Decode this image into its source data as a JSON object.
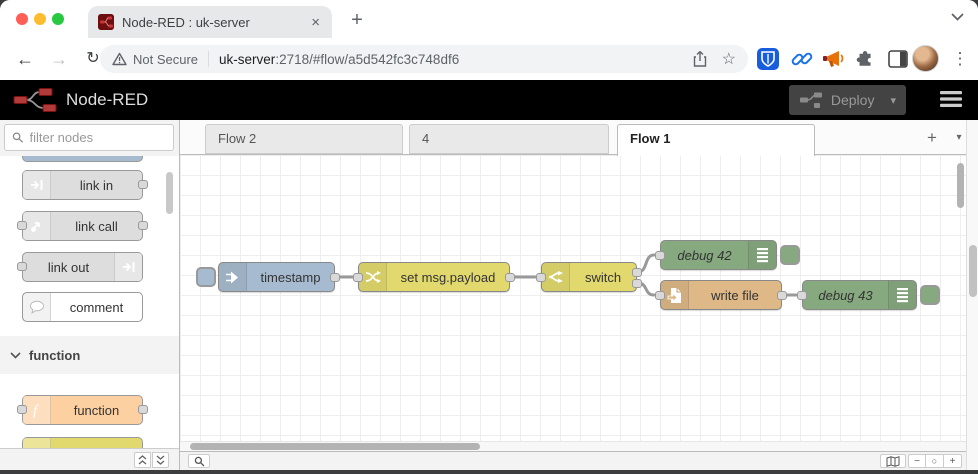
{
  "browser": {
    "tab_title": "Node-RED : uk-server",
    "security_label": "Not Secure",
    "url_host": "uk-server",
    "url_path": ":2718/#flow/a5d542fc3c748df6"
  },
  "glyphs": {
    "back": "←",
    "forward": "→",
    "reload": "↻",
    "star": "☆",
    "close_tab": "×",
    "new_tab": "+",
    "menu_dots": "⋮",
    "caret_down": "▾",
    "add_flow": "+",
    "zoom_out": "−",
    "zoom_reset": "○",
    "zoom_in": "+"
  },
  "nr_header": {
    "title": "Node-RED",
    "deploy_label": "Deploy"
  },
  "palette": {
    "filter_placeholder": "filter nodes",
    "category": "function",
    "nodes": [
      {
        "label": "link in"
      },
      {
        "label": "link call"
      },
      {
        "label": "link out"
      },
      {
        "label": "comment"
      },
      {
        "label": "function"
      }
    ]
  },
  "workspace": {
    "tabs": [
      {
        "label": "Flow 2"
      },
      {
        "label": "4"
      },
      {
        "label": "Flow 1"
      }
    ]
  },
  "flow": {
    "nodes": [
      {
        "label": "timestamp",
        "type": "inject"
      },
      {
        "label": "set msg.payload",
        "type": "change"
      },
      {
        "label": "switch",
        "type": "switch"
      },
      {
        "label": "debug 42",
        "type": "debug"
      },
      {
        "label": "write file",
        "type": "file"
      },
      {
        "label": "debug 43",
        "type": "debug"
      }
    ]
  },
  "colors": {
    "inject": "#a6bbcf",
    "change": "#e2d96e",
    "switch": "#e2d96e",
    "debug": "#87a980",
    "file": "#deb887",
    "function": "#fdd0a2",
    "link": "#dddddd",
    "comment": "#ffffff",
    "header_bg": "#000000",
    "node_red_brand": "#8f0000",
    "wire": "#999999",
    "grid": "#eeeeee"
  }
}
